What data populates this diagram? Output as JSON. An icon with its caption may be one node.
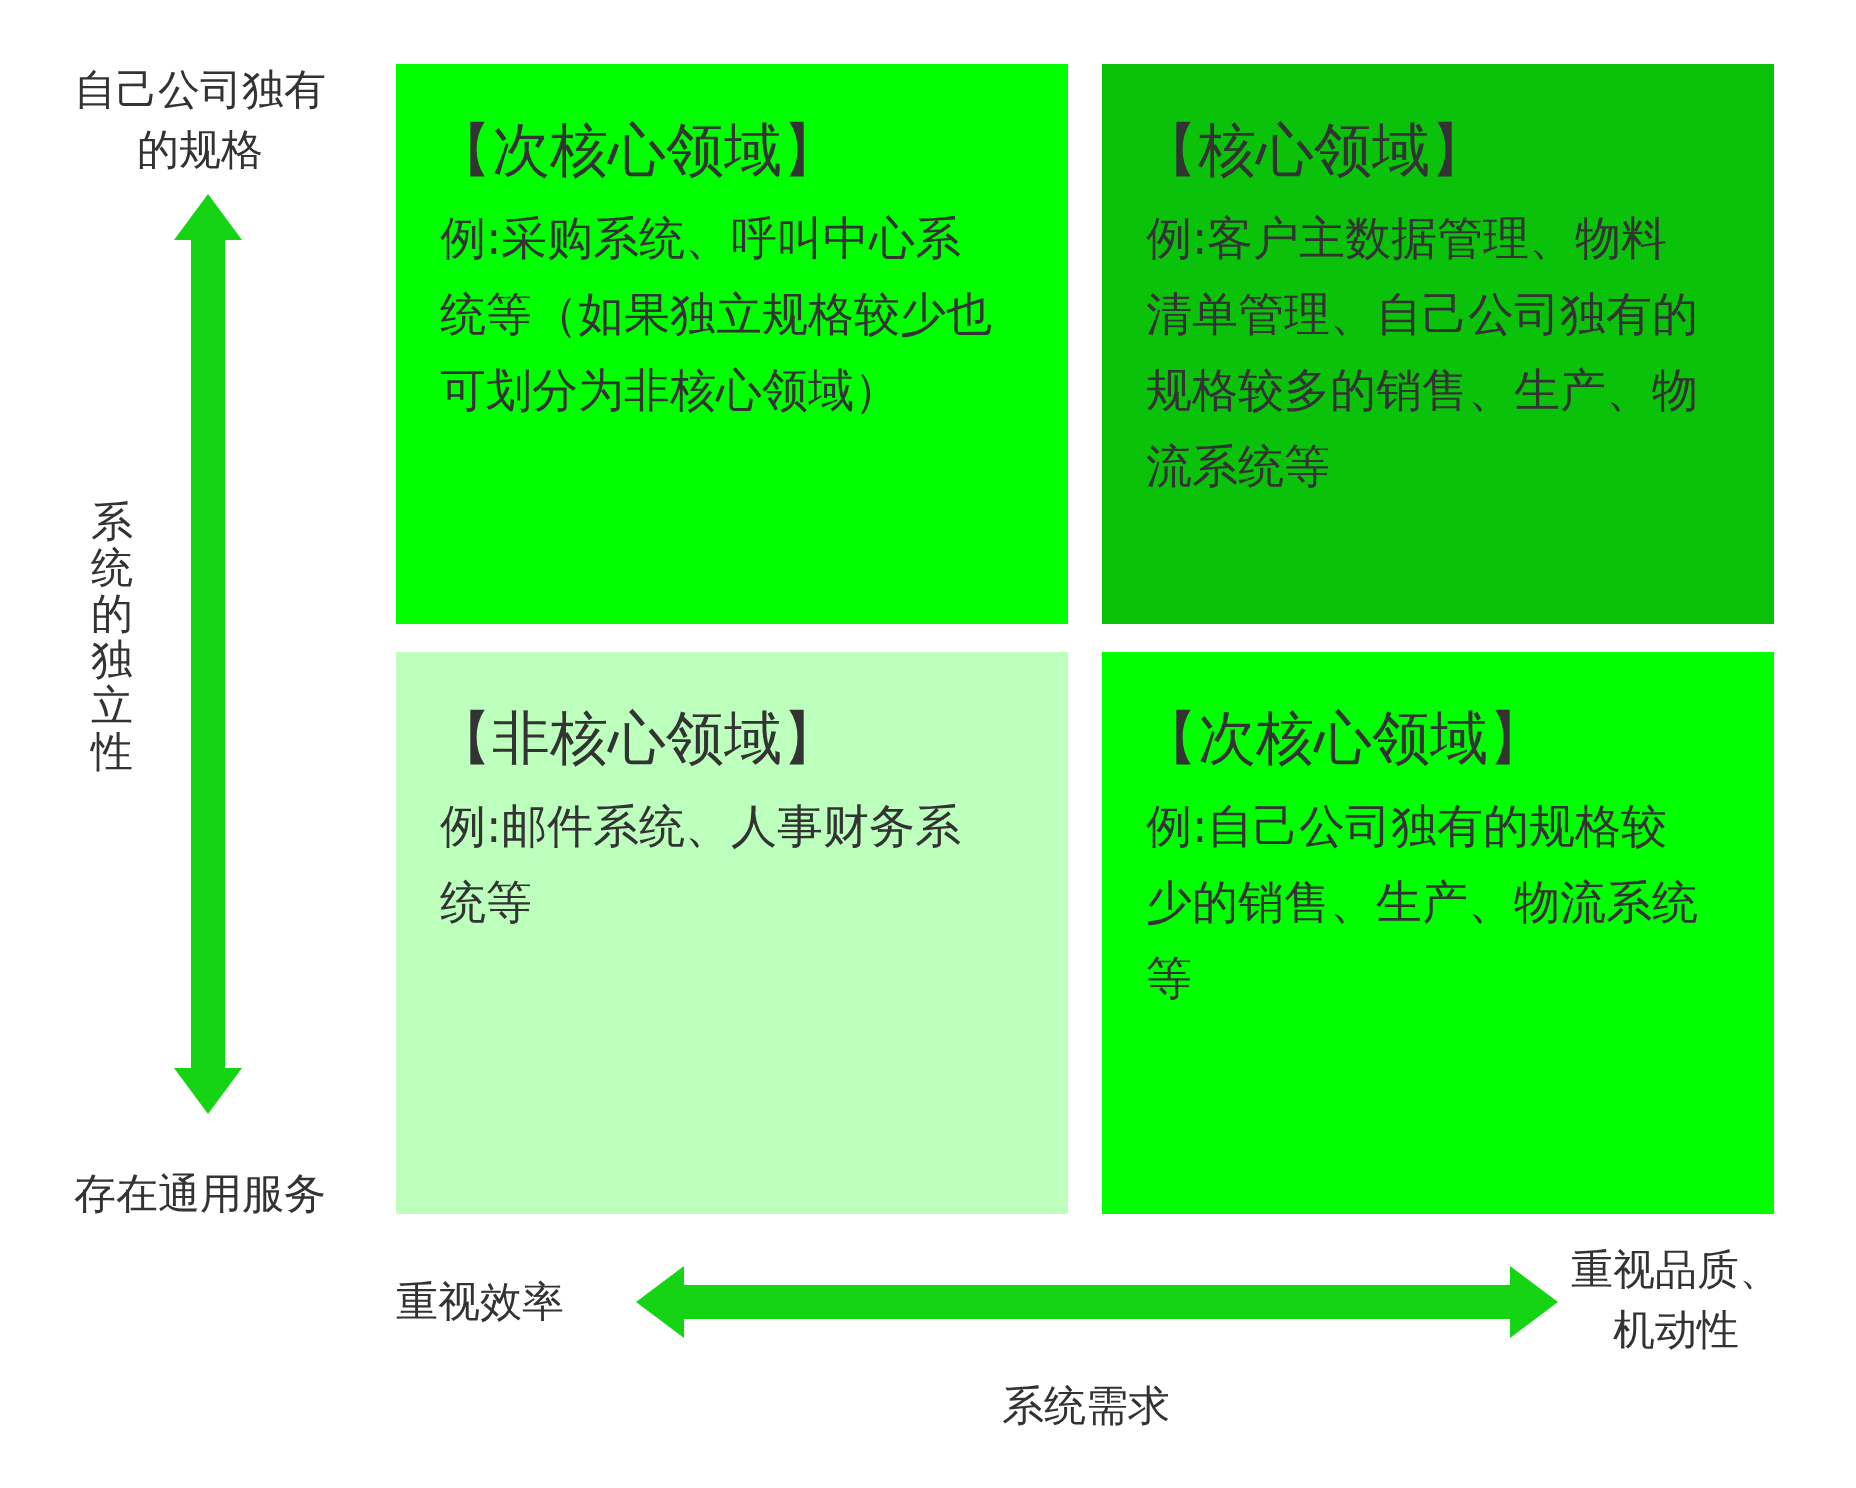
{
  "diagram": {
    "nodes": [
      {
        "text": [
          "【次核心领域】",
          "例:采购系统、呼叫中心系统等（如果独立规格较少也可划分为非核心领域）"
        ]
      },
      {
        "text": [
          "【核心领域】",
          "例:客户主数据管理、物料清单管理、自己公司独有的规格较多的销售、生产、物流系统等"
        ]
      },
      {
        "text": [
          "【非核心领域】",
          "例:邮件系统、人事财务系统等"
        ]
      },
      {
        "text": [
          "【次核心领域】",
          "例:自己公司独有的规格较少的销售、生产、物流系统等"
        ]
      }
    ],
    "labels": [
      "自己公司独有的规格",
      "系统的独立性",
      "存在通用服务",
      "重视效率",
      "重视品质、机动性",
      "系统需求"
    ]
  }
}
